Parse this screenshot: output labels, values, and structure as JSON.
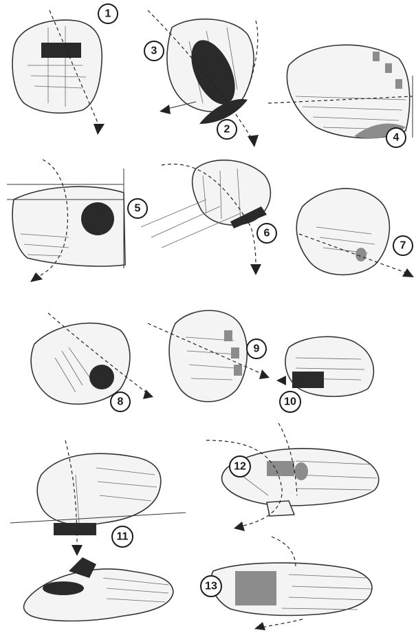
{
  "labels": [
    "1",
    "2",
    "3",
    "4",
    "5",
    "6",
    "7",
    "8",
    "9",
    "10",
    "11",
    "12",
    "13"
  ],
  "colors": {
    "ink": "#1a1a1a",
    "dark_zone": "#2a2a2a",
    "grey_zone": "#8c8c8c",
    "paper": "#ffffff"
  }
}
